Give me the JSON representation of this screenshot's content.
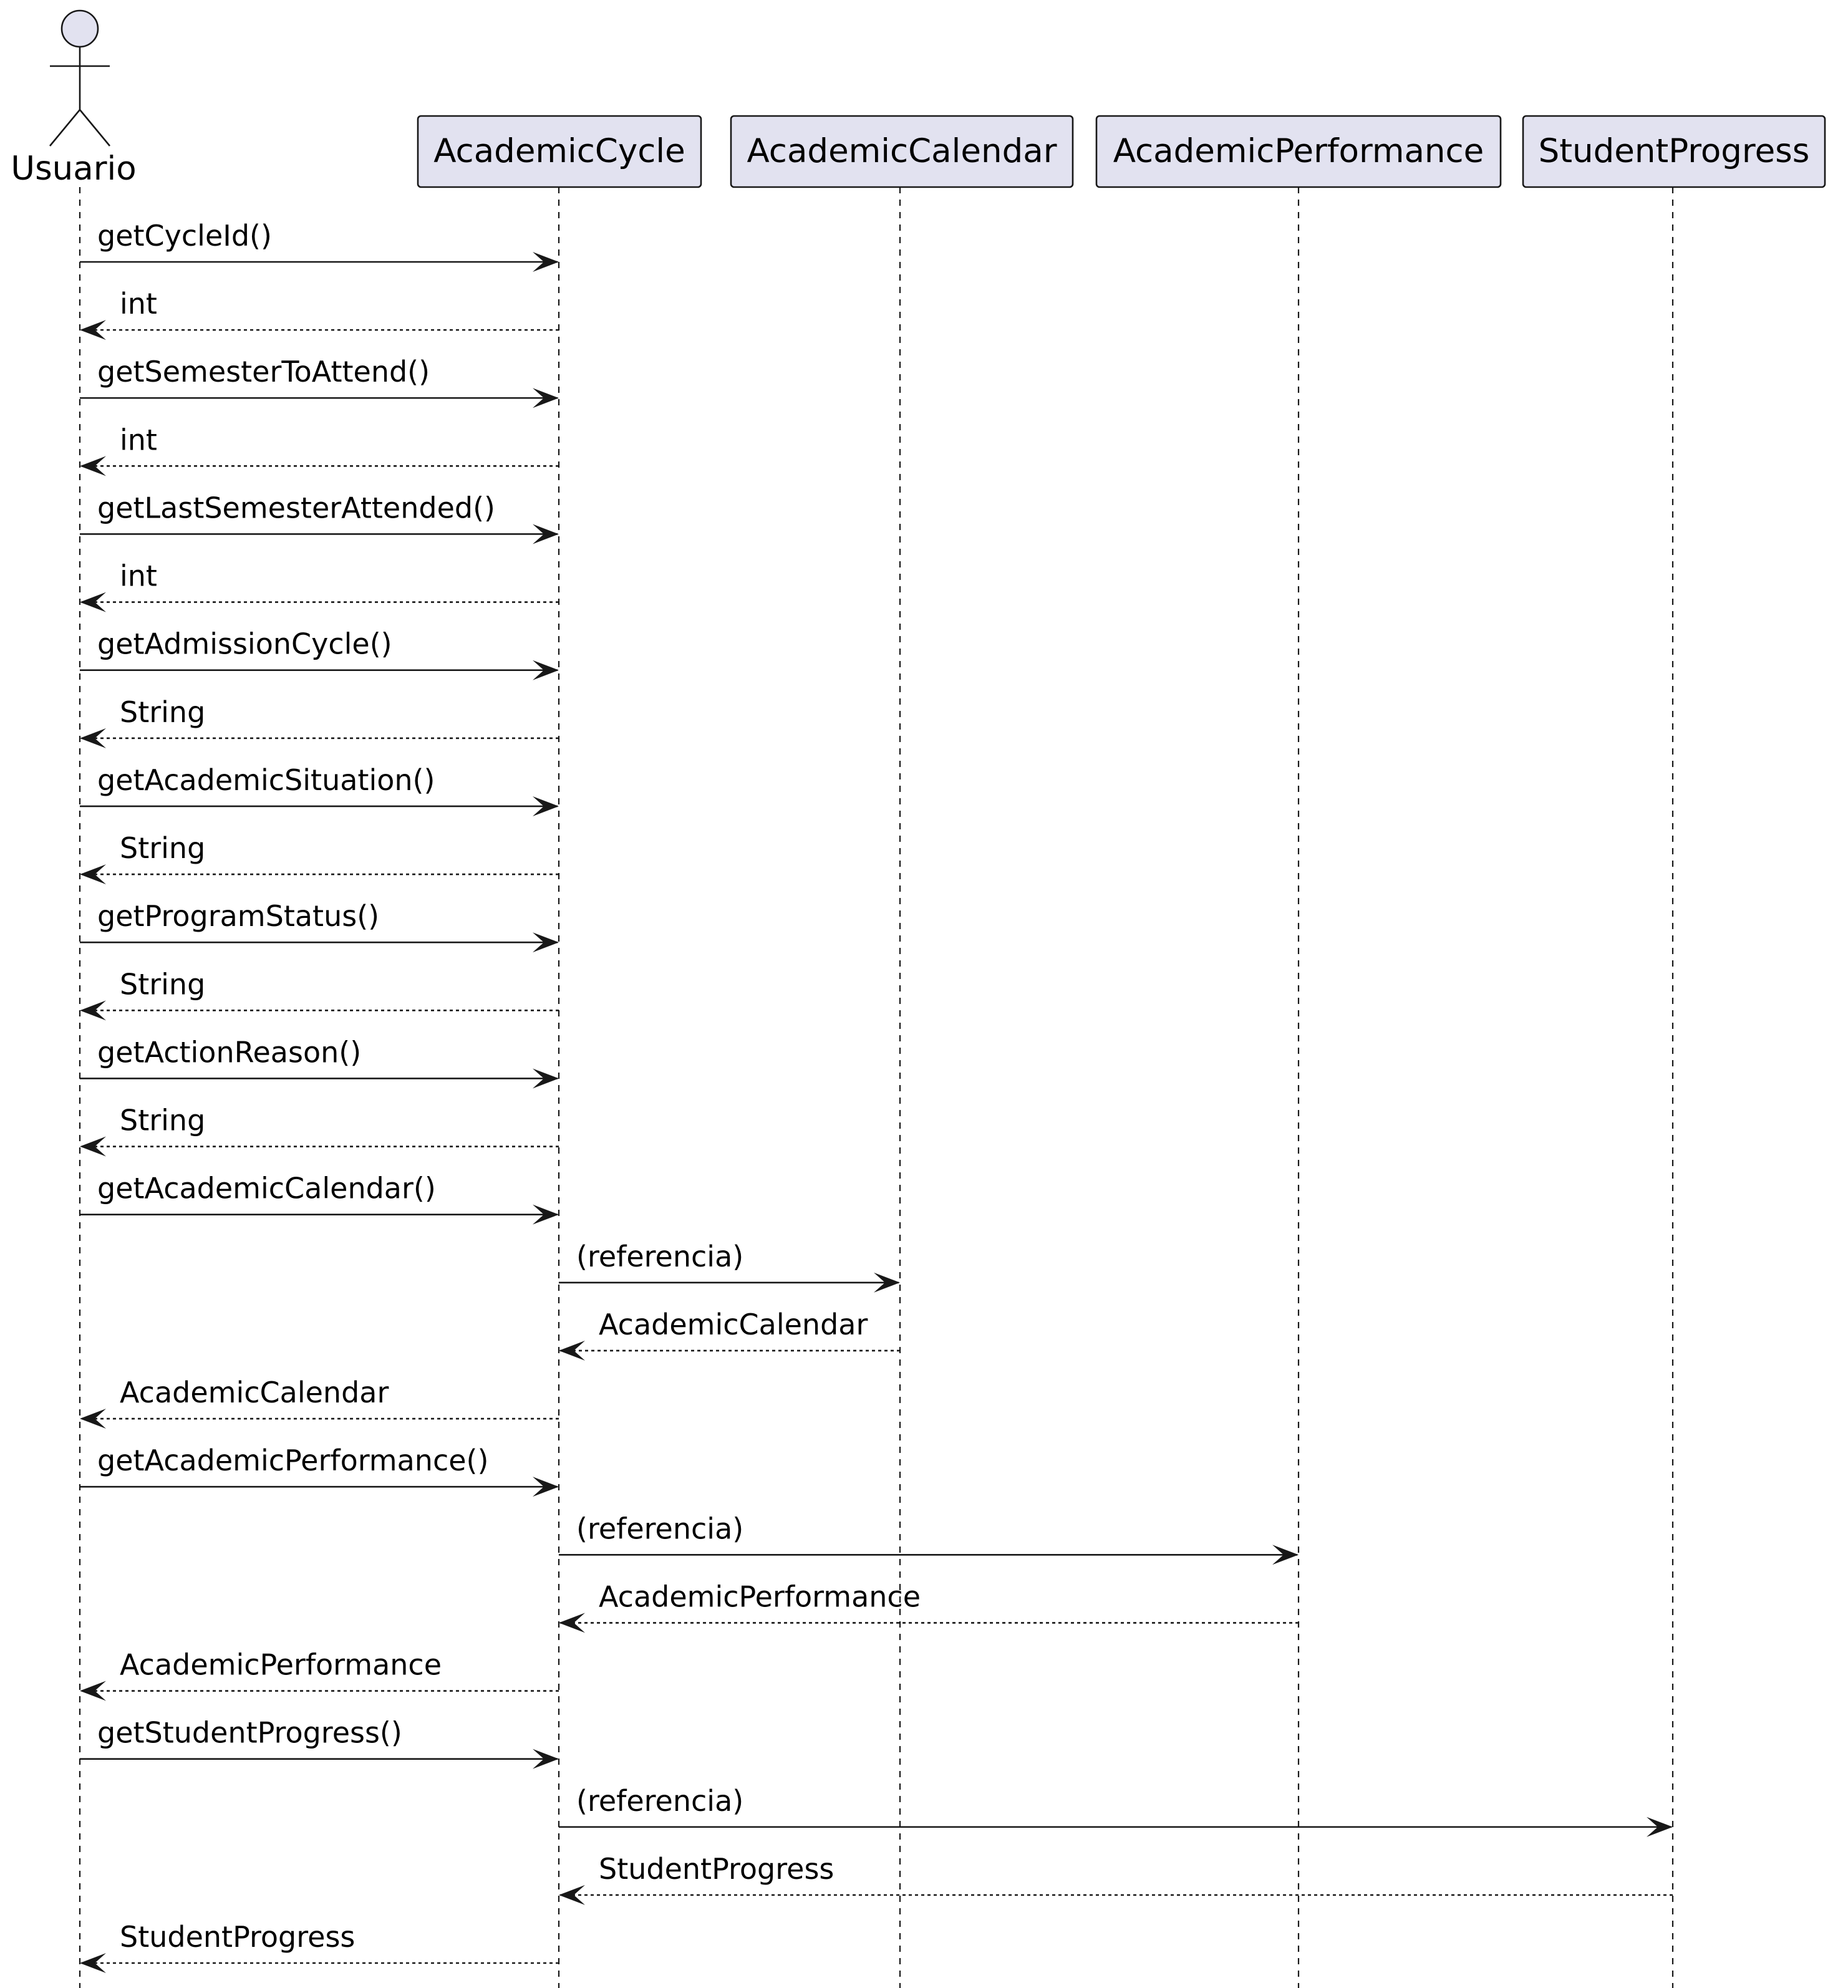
{
  "actor": {
    "name": "Usuario",
    "icon": "stick-figure-icon"
  },
  "participants": [
    {
      "id": "cycle",
      "name": "AcademicCycle"
    },
    {
      "id": "calendar",
      "name": "AcademicCalendar"
    },
    {
      "id": "performance",
      "name": "AcademicPerformance"
    },
    {
      "id": "progress",
      "name": "StudentProgress"
    }
  ],
  "messages": [
    {
      "from": "usuario",
      "to": "cycle",
      "label": "getCycleId()",
      "kind": "call"
    },
    {
      "from": "cycle",
      "to": "usuario",
      "label": "int",
      "kind": "reply"
    },
    {
      "from": "usuario",
      "to": "cycle",
      "label": "getSemesterToAttend()",
      "kind": "call"
    },
    {
      "from": "cycle",
      "to": "usuario",
      "label": "int",
      "kind": "reply"
    },
    {
      "from": "usuario",
      "to": "cycle",
      "label": "getLastSemesterAttended()",
      "kind": "call"
    },
    {
      "from": "cycle",
      "to": "usuario",
      "label": "int",
      "kind": "reply"
    },
    {
      "from": "usuario",
      "to": "cycle",
      "label": "getAdmissionCycle()",
      "kind": "call"
    },
    {
      "from": "cycle",
      "to": "usuario",
      "label": "String",
      "kind": "reply"
    },
    {
      "from": "usuario",
      "to": "cycle",
      "label": "getAcademicSituation()",
      "kind": "call"
    },
    {
      "from": "cycle",
      "to": "usuario",
      "label": "String",
      "kind": "reply"
    },
    {
      "from": "usuario",
      "to": "cycle",
      "label": "getProgramStatus()",
      "kind": "call"
    },
    {
      "from": "cycle",
      "to": "usuario",
      "label": "String",
      "kind": "reply"
    },
    {
      "from": "usuario",
      "to": "cycle",
      "label": "getActionReason()",
      "kind": "call"
    },
    {
      "from": "cycle",
      "to": "usuario",
      "label": "String",
      "kind": "reply"
    },
    {
      "from": "usuario",
      "to": "cycle",
      "label": "getAcademicCalendar()",
      "kind": "call"
    },
    {
      "from": "cycle",
      "to": "calendar",
      "label": "(referencia)",
      "kind": "call"
    },
    {
      "from": "calendar",
      "to": "cycle",
      "label": "AcademicCalendar",
      "kind": "reply"
    },
    {
      "from": "cycle",
      "to": "usuario",
      "label": "AcademicCalendar",
      "kind": "reply"
    },
    {
      "from": "usuario",
      "to": "cycle",
      "label": "getAcademicPerformance()",
      "kind": "call"
    },
    {
      "from": "cycle",
      "to": "performance",
      "label": "(referencia)",
      "kind": "call"
    },
    {
      "from": "performance",
      "to": "cycle",
      "label": "AcademicPerformance",
      "kind": "reply"
    },
    {
      "from": "cycle",
      "to": "usuario",
      "label": "AcademicPerformance",
      "kind": "reply"
    },
    {
      "from": "usuario",
      "to": "cycle",
      "label": "getStudentProgress()",
      "kind": "call"
    },
    {
      "from": "cycle",
      "to": "progress",
      "label": "(referencia)",
      "kind": "call"
    },
    {
      "from": "progress",
      "to": "cycle",
      "label": "StudentProgress",
      "kind": "reply"
    },
    {
      "from": "cycle",
      "to": "usuario",
      "label": "StudentProgress",
      "kind": "reply"
    }
  ],
  "colors": {
    "participant_fill": "#e2e2f0",
    "line": "#181818",
    "text": "#000000"
  }
}
